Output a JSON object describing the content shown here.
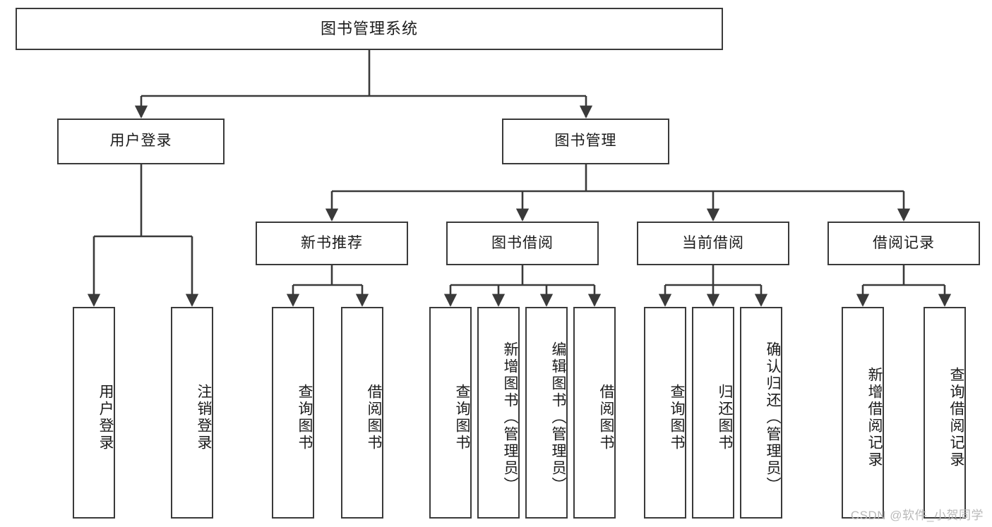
{
  "diagram": {
    "title": "图书管理系统",
    "watermark": "CSDN @软件_小贺同学",
    "colors": {
      "box_border": "#3a3a3a",
      "box_fill": "#ffffff",
      "edge": "#3a3a3a",
      "text": "#1b1b1b",
      "watermark": "#b9b9b9",
      "background": "#ffffff"
    },
    "root": {
      "label": "图书管理系统"
    },
    "level2": [
      {
        "label": "用户登录"
      },
      {
        "label": "图书管理"
      }
    ],
    "level3": [
      {
        "label": "新书推荐"
      },
      {
        "label": "图书借阅"
      },
      {
        "label": "当前借阅"
      },
      {
        "label": "借阅记录"
      }
    ],
    "leaves": {
      "user_login": [
        {
          "label": "用户登录"
        },
        {
          "label": "注销登录"
        }
      ],
      "new_book_recommend": [
        {
          "label": "查询图书"
        },
        {
          "label": "借阅图书"
        }
      ],
      "book_borrow": [
        {
          "label": "查询图书"
        },
        {
          "label": "新增图书（管理员）"
        },
        {
          "label": "编辑图书（管理员）"
        },
        {
          "label": "借阅图书"
        }
      ],
      "current_borrow": [
        {
          "label": "查询图书"
        },
        {
          "label": "归还图书"
        },
        {
          "label": "确认归还（管理员）"
        }
      ],
      "borrow_record": [
        {
          "label": "新增借阅记录"
        },
        {
          "label": "查询借阅记录"
        }
      ]
    }
  }
}
